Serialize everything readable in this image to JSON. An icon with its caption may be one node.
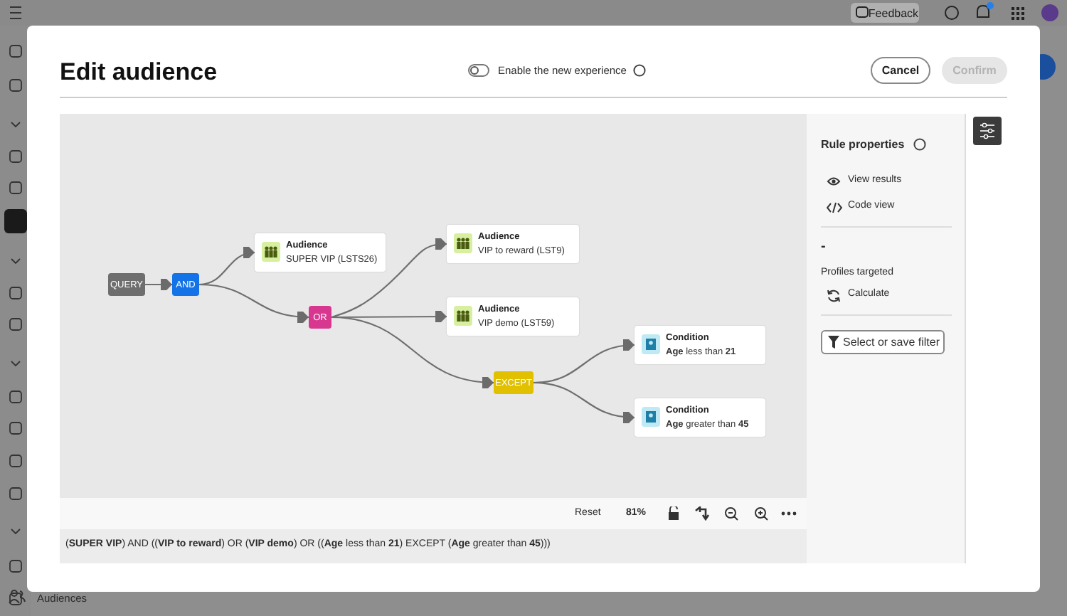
{
  "diagram": {
    "title": "Edit audience",
    "nodes": [
      {
        "text": [
          "QUERY"
        ]
      },
      {
        "text": [
          "AND"
        ]
      },
      {
        "text": [
          "Audience",
          "SUPER VIP (LSTS26)"
        ]
      },
      {
        "text": [
          "Audience",
          "VIP to reward (LST9)"
        ]
      },
      {
        "text": [
          "OR"
        ]
      },
      {
        "text": [
          "Audience",
          "VIP demo (LST59)"
        ]
      },
      {
        "text": [
          "EXCEPT"
        ]
      },
      {
        "text": [
          "Condition",
          "**Age** less than **21**"
        ]
      },
      {
        "text": [
          "Condition",
          "**Age** greater than **45**"
        ]
      }
    ],
    "edges": [
      {
        "from": 0,
        "to": 1,
        "arrow": "to"
      },
      {
        "from": 1,
        "to": 2,
        "arrow": "to"
      },
      {
        "from": 1,
        "to": 4,
        "arrow": "to"
      },
      {
        "from": 4,
        "to": 3,
        "arrow": "to"
      },
      {
        "from": 4,
        "to": 5,
        "arrow": "to"
      },
      {
        "from": 4,
        "to": 6,
        "arrow": "to"
      },
      {
        "from": 6,
        "to": 7,
        "arrow": "to"
      },
      {
        "from": 6,
        "to": 8,
        "arrow": "to"
      }
    ],
    "labels": [
      "Feedback",
      "Enable the new experience",
      "Cancel",
      "Confirm",
      "Rule properties",
      "View results",
      "Code view",
      "-",
      "Profiles targeted",
      "Calculate",
      "Select or save filter",
      "Reset",
      "81%",
      "(**SUPER VIP**) AND ((**VIP to reward**) OR (**VIP demo**) OR ((**Age** less than **21**) EXCEPT (**Age** greater than **45**)))",
      "Audiences"
    ]
  }
}
